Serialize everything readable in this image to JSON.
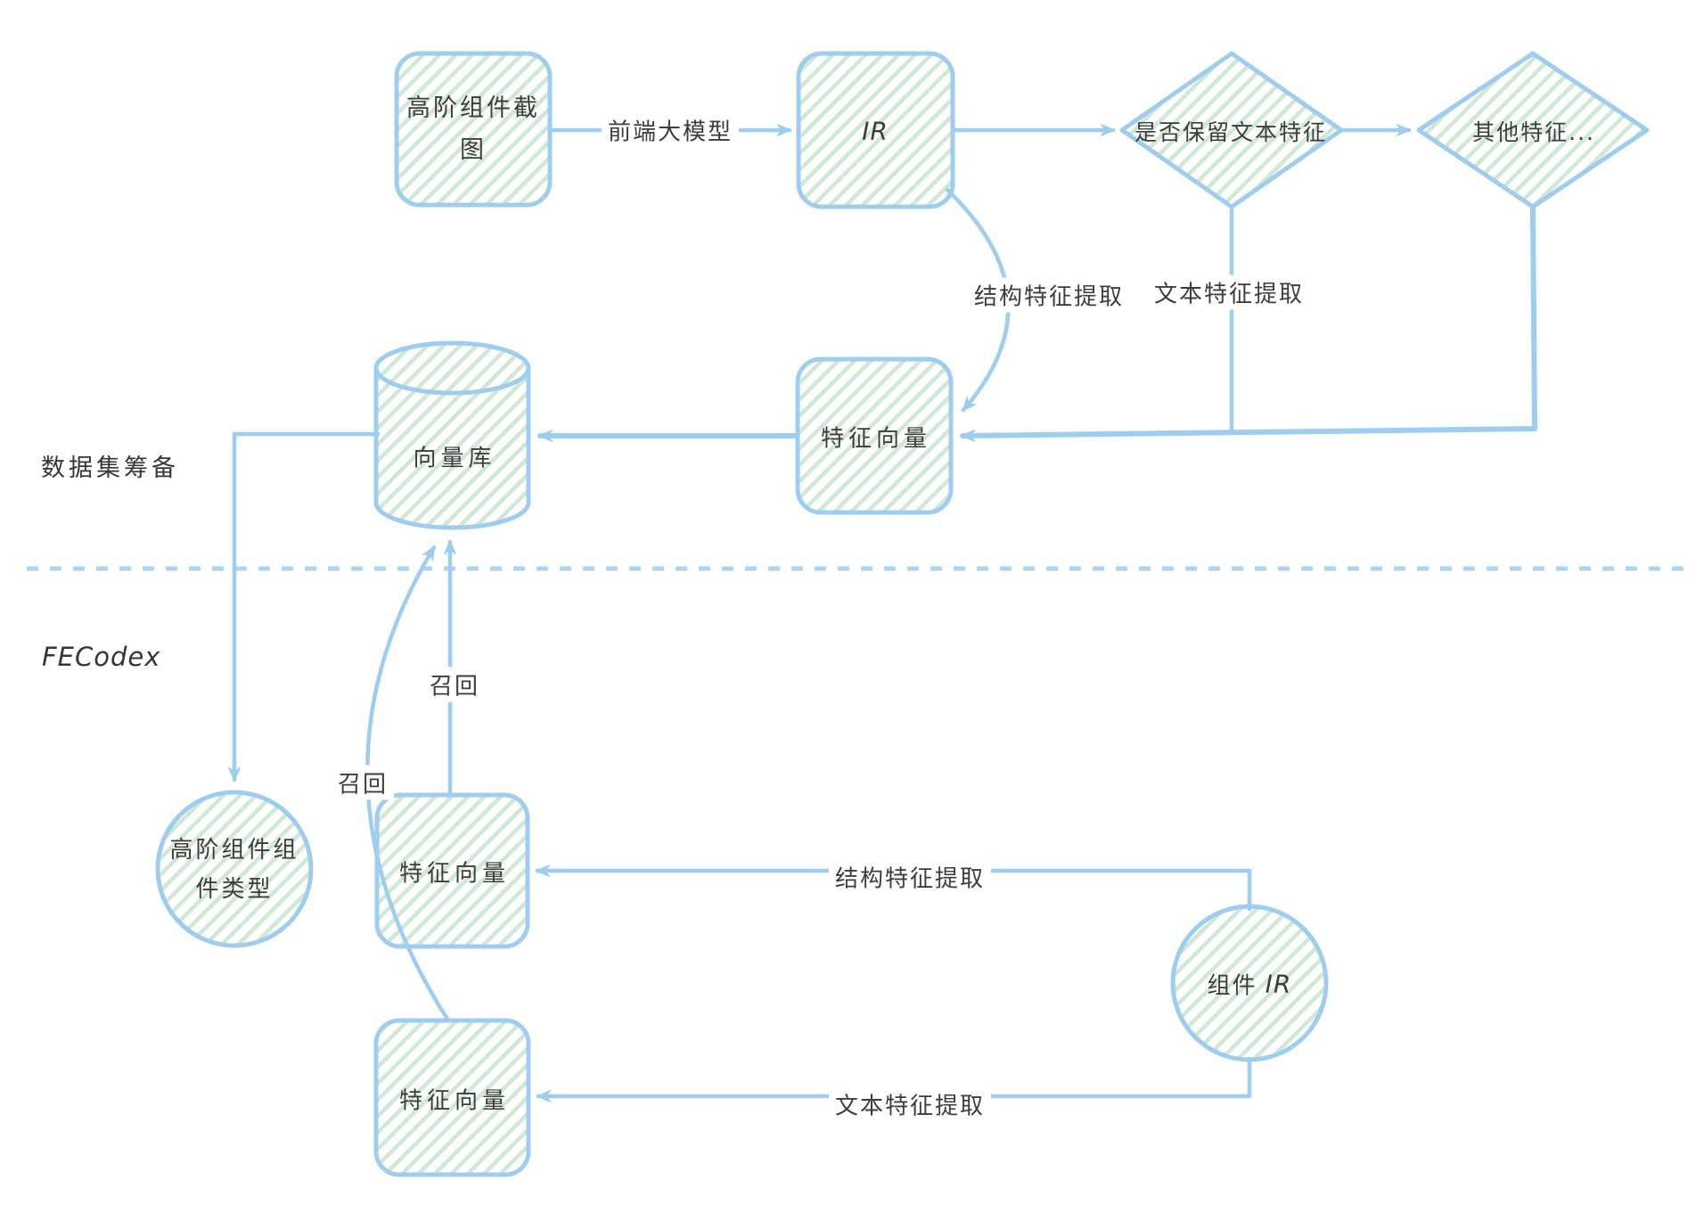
{
  "colors": {
    "stroke_blue": "#9ecdf0",
    "hatch_green": "#cfe9d4",
    "text": "#3d3d3d",
    "label_bg": "#ffffff"
  },
  "sections": {
    "dataset_prep": "数据集筹备",
    "fecodex": "FECodex"
  },
  "nodes": {
    "screenshot_box": {
      "label_line1": "高阶组件截",
      "label_line2": "图"
    },
    "ir_box": {
      "label": "IR"
    },
    "keep_text_diamond": {
      "label": "是否保留文本特征"
    },
    "other_features_diamond": {
      "label": "其他特征..."
    },
    "feature_vector_top": {
      "label": "特征向量"
    },
    "vector_db": {
      "label": "向量库"
    },
    "hoc_type_circle": {
      "label_line1": "高阶组件组",
      "label_line2": "件类型"
    },
    "feature_vector_mid": {
      "label": "特征向量"
    },
    "feature_vector_bottom": {
      "label": "特征向量"
    },
    "component_ir_circle": {
      "label_cn": "组件",
      "label_it": "IR"
    }
  },
  "edges": {
    "frontend_llm": "前端大模型",
    "struct_extract_top": "结构特征提取",
    "text_extract_top": "文本特征提取",
    "recall_right": "召回",
    "recall_left": "召回",
    "struct_extract_bottom": "结构特征提取",
    "text_extract_bottom": "文本特征提取"
  }
}
